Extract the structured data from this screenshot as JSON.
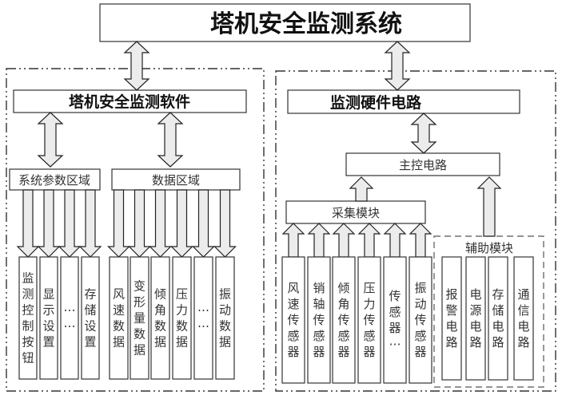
{
  "diagram": {
    "title": "塔机安全监测系统",
    "software": {
      "title": "塔机安全监测软件",
      "param_area": {
        "label": "系统参数区域",
        "items": [
          "监测控制按钮",
          "显示设置",
          "……",
          "存储设置"
        ]
      },
      "data_area": {
        "label": "数据区域",
        "items": [
          "风速数据",
          "变形量数据",
          "倾角数据",
          "压力数据",
          "……",
          "振动数据"
        ]
      }
    },
    "hardware": {
      "title": "监测硬件电路",
      "main_control": "主控电路",
      "acquisition": {
        "label": "采集模块",
        "sensors": [
          "风速传感器",
          "销轴传感器",
          "倾角传感器",
          "压力传感器",
          "传感器…",
          "振动传感器"
        ]
      },
      "auxiliary": {
        "label": "辅助模块",
        "items": [
          "报警电路",
          "电源电路",
          "存储电路",
          "通信电路"
        ]
      }
    }
  }
}
